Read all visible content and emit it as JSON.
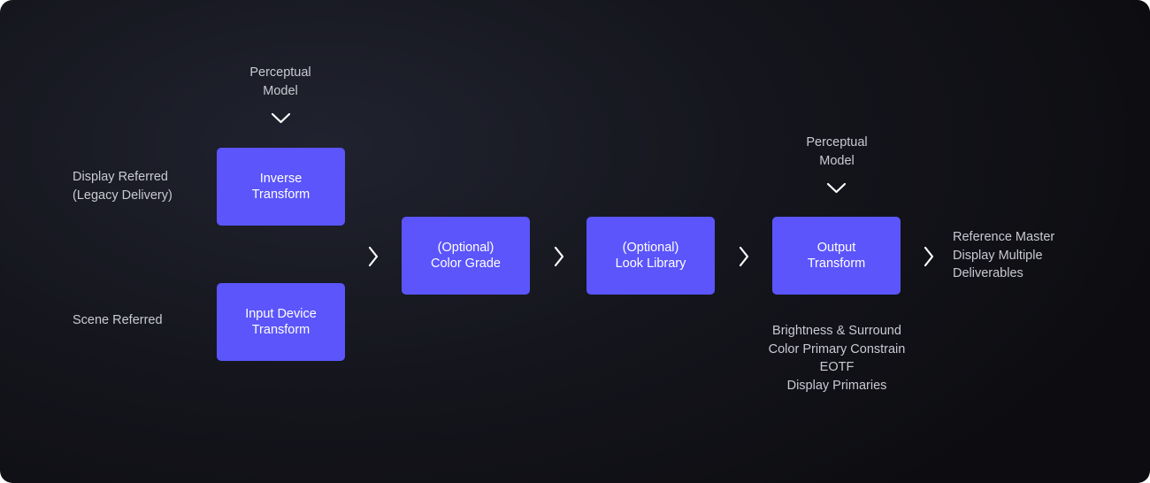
{
  "colors": {
    "box": "#5b55fb",
    "text": "#c9cad2",
    "background": "#15161d"
  },
  "inputs": {
    "display_referred": [
      "Display Referred",
      "(Legacy Delivery)"
    ],
    "scene_referred": [
      "Scene Referred"
    ]
  },
  "perceptual_model_top": [
    "Perceptual",
    "Model"
  ],
  "perceptual_model_output": [
    "Perceptual",
    "Model"
  ],
  "boxes": {
    "inverse_transform": [
      "Inverse",
      "Transform"
    ],
    "input_device_transform": [
      "Input Device",
      "Transform"
    ],
    "color_grade": [
      "(Optional)",
      "Color Grade"
    ],
    "look_library": [
      "(Optional)",
      "Look Library"
    ],
    "output_transform": [
      "Output",
      "Transform"
    ]
  },
  "output_params": [
    "Brightness & Surround",
    "Color Primary Constrain",
    "EOTF",
    "Display Primaries"
  ],
  "deliverables": [
    "Reference Master",
    "Display Multiple",
    "Deliverables"
  ],
  "icons": {
    "down": "chevron-down-icon",
    "right": "chevron-right-icon"
  }
}
